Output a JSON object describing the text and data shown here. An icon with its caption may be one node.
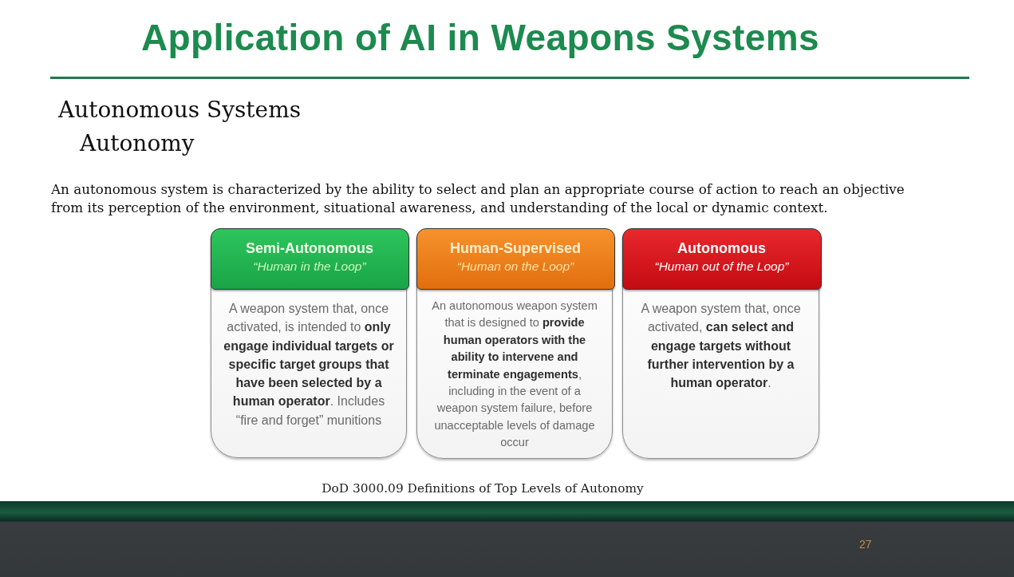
{
  "diagram": {
    "title": "Application of AI in Weapons Systems",
    "caption": "DoD 3000.09 Definitions of Top Levels of Autonomy",
    "nodes": [
      {
        "text": [
          "A weapon system that, once activated, is intended to **only engage individual targets or specific target groups that have been selected by a human operator**. Includes “fire and forget” munitions"
        ]
      },
      {
        "text": [
          "Semi-Autonomous",
          "“Human in the Loop”"
        ],
        "in": 0
      },
      {
        "text": [
          "An autonomous weapon system that is designed to **provide human operators with the ability to intervene and terminate engagements**, including in the event of a weapon system failure, before unacceptable levels of damage occur"
        ]
      },
      {
        "text": [
          "Human-Supervised",
          "“Human on the Loop”"
        ],
        "in": 2
      },
      {
        "text": [
          "A weapon system that, once activated, **can select and engage targets without further intervention by a human operator**."
        ]
      },
      {
        "text": [
          "Autonomous",
          "“Human out of the Loop”"
        ],
        "in": 4
      }
    ],
    "labels": [
      "Autonomous Systems",
      "Autonomy",
      "An autonomous system is characterized by the ability to select and plan an appropriate course of action to reach an objective from its perception of the environment, situational awareness, and understanding of the local or dynamic context.",
      "27"
    ]
  }
}
